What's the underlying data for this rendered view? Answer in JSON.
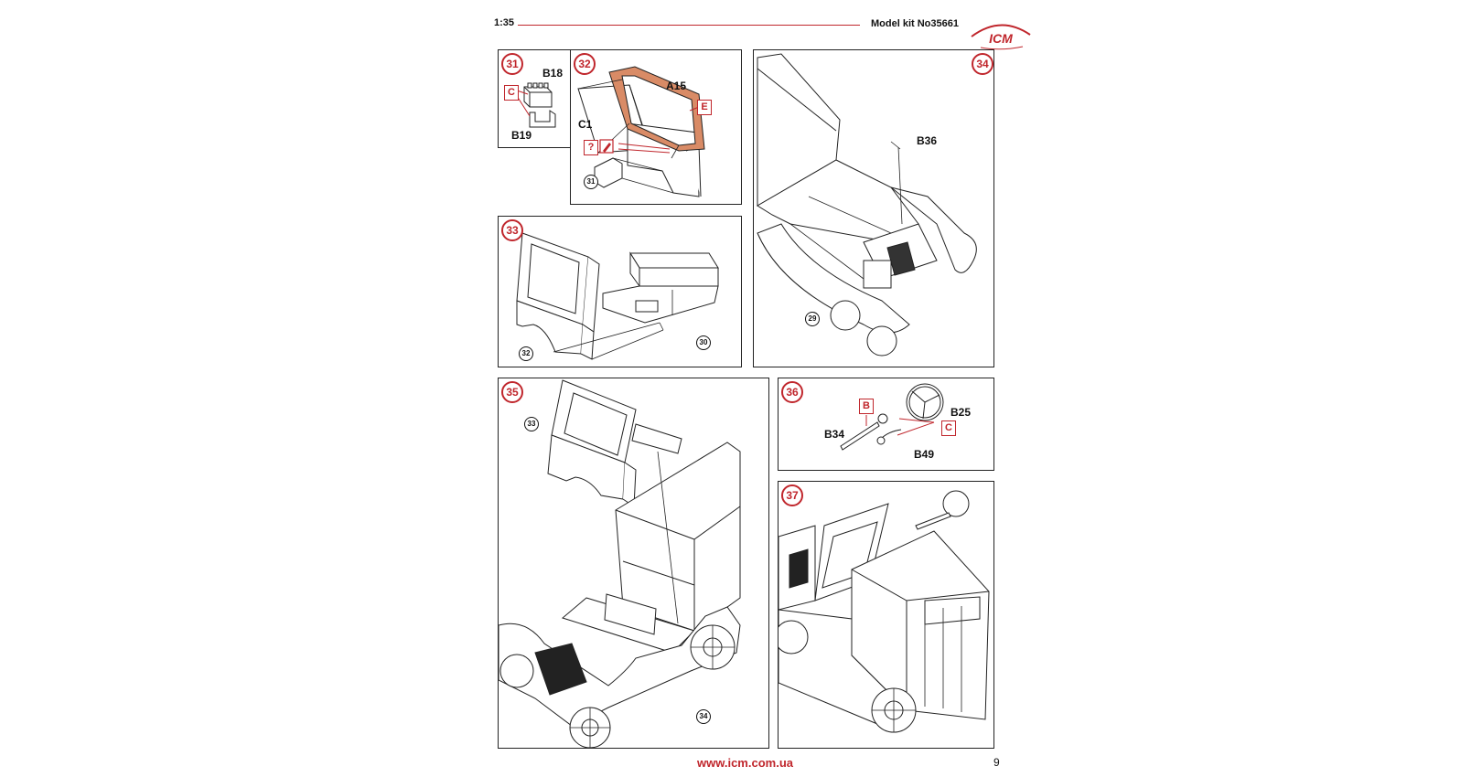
{
  "header": {
    "scale": "1:35",
    "kit_label": "Model kit No35661",
    "brand": "ICM"
  },
  "colors": {
    "accent": "#c0262c",
    "highlight": "#d98b66",
    "line": "#222222"
  },
  "steps": {
    "s31": {
      "number": "31",
      "labels": {
        "b18": "B18",
        "b19": "B19"
      },
      "tags": {
        "c": "C"
      }
    },
    "s32": {
      "number": "32",
      "labels": {
        "a15": "A15",
        "c1": "C1"
      },
      "tags": {
        "e": "E",
        "q": "?"
      },
      "refs": {
        "r31": "31"
      }
    },
    "s33": {
      "number": "33",
      "refs": {
        "r32": "32",
        "r30": "30"
      }
    },
    "s34": {
      "number": "34",
      "labels": {
        "b36": "B36"
      },
      "refs": {
        "r29": "29"
      }
    },
    "s35": {
      "number": "35",
      "refs": {
        "r33": "33",
        "r34": "34"
      }
    },
    "s36": {
      "number": "36",
      "labels": {
        "b25": "B25",
        "b34": "B34",
        "b49": "B49"
      },
      "tags": {
        "b": "B",
        "c": "C"
      }
    },
    "s37": {
      "number": "37"
    }
  },
  "footer": {
    "url": "www.icm.com.ua",
    "page_number": "9"
  }
}
